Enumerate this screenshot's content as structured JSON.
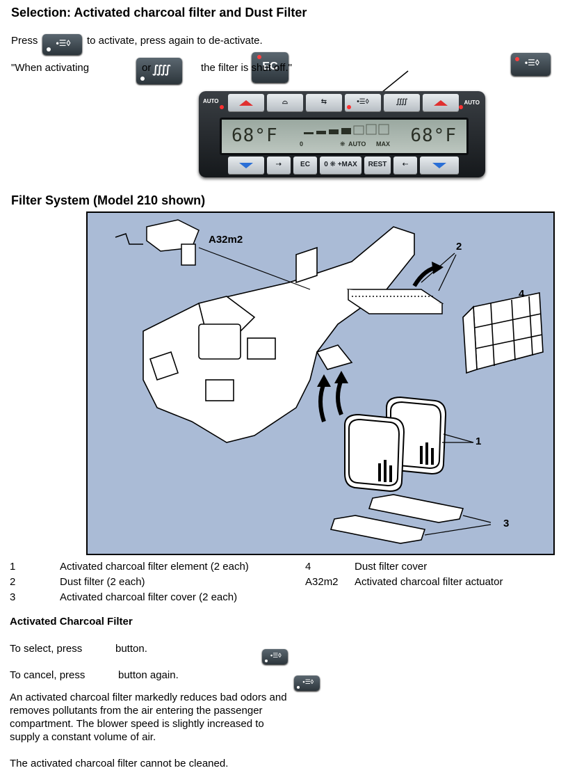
{
  "selection": {
    "title": "Selection:  Activated charcoal filter and Dust Filter",
    "press_text": "Press",
    "press_suffix": "to activate, press again to de-activate.",
    "when_prefix": "\"When activating",
    "when_or": "or",
    "when_suffix": "the filter is shut off.\"",
    "ec_label": "EC"
  },
  "control_panel": {
    "auto_left": "AUTO",
    "auto_right": "AUTO",
    "temp_left": "68°F",
    "temp_right": "68°F",
    "fan_zero": "0",
    "fan_auto": "AUTO",
    "fan_max": "MAX",
    "fan_icon": "fan-icon",
    "bottom_keys": [
      "EC",
      "0 ❋ +MAX",
      "REST"
    ]
  },
  "filter_system": {
    "title": "Filter System (Model 210 shown)",
    "callouts": {
      "actuator": "A32m2",
      "c1": "1",
      "c2": "2",
      "c3": "3",
      "c4": "4"
    }
  },
  "legend": [
    {
      "num": "1",
      "text": "Activated charcoal filter element (2 each)"
    },
    {
      "num": "2",
      "text": "Dust filter (2 each)"
    },
    {
      "num": "3",
      "text": "Activated charcoal filter cover (2 each)"
    },
    {
      "num": "4",
      "text": "Dust filter cover"
    },
    {
      "num": "A32m2",
      "text": "Activated charcoal filter actuator"
    }
  ],
  "charcoal": {
    "heading": "Activated Charcoal Filter",
    "select_prefix": "To select, press",
    "select_suffix": "button.",
    "cancel_prefix": "To cancel, press",
    "cancel_suffix": "button again.",
    "para1_lines": [
      "An activated charcoal filter markedly reduces bad odors and",
      "removes pollutants from the air entering the passenger",
      "compartment. The blower speed is slightly increased to",
      "supply a constant volume of air."
    ],
    "para2": "The activated charcoal filter cannot be cleaned."
  }
}
